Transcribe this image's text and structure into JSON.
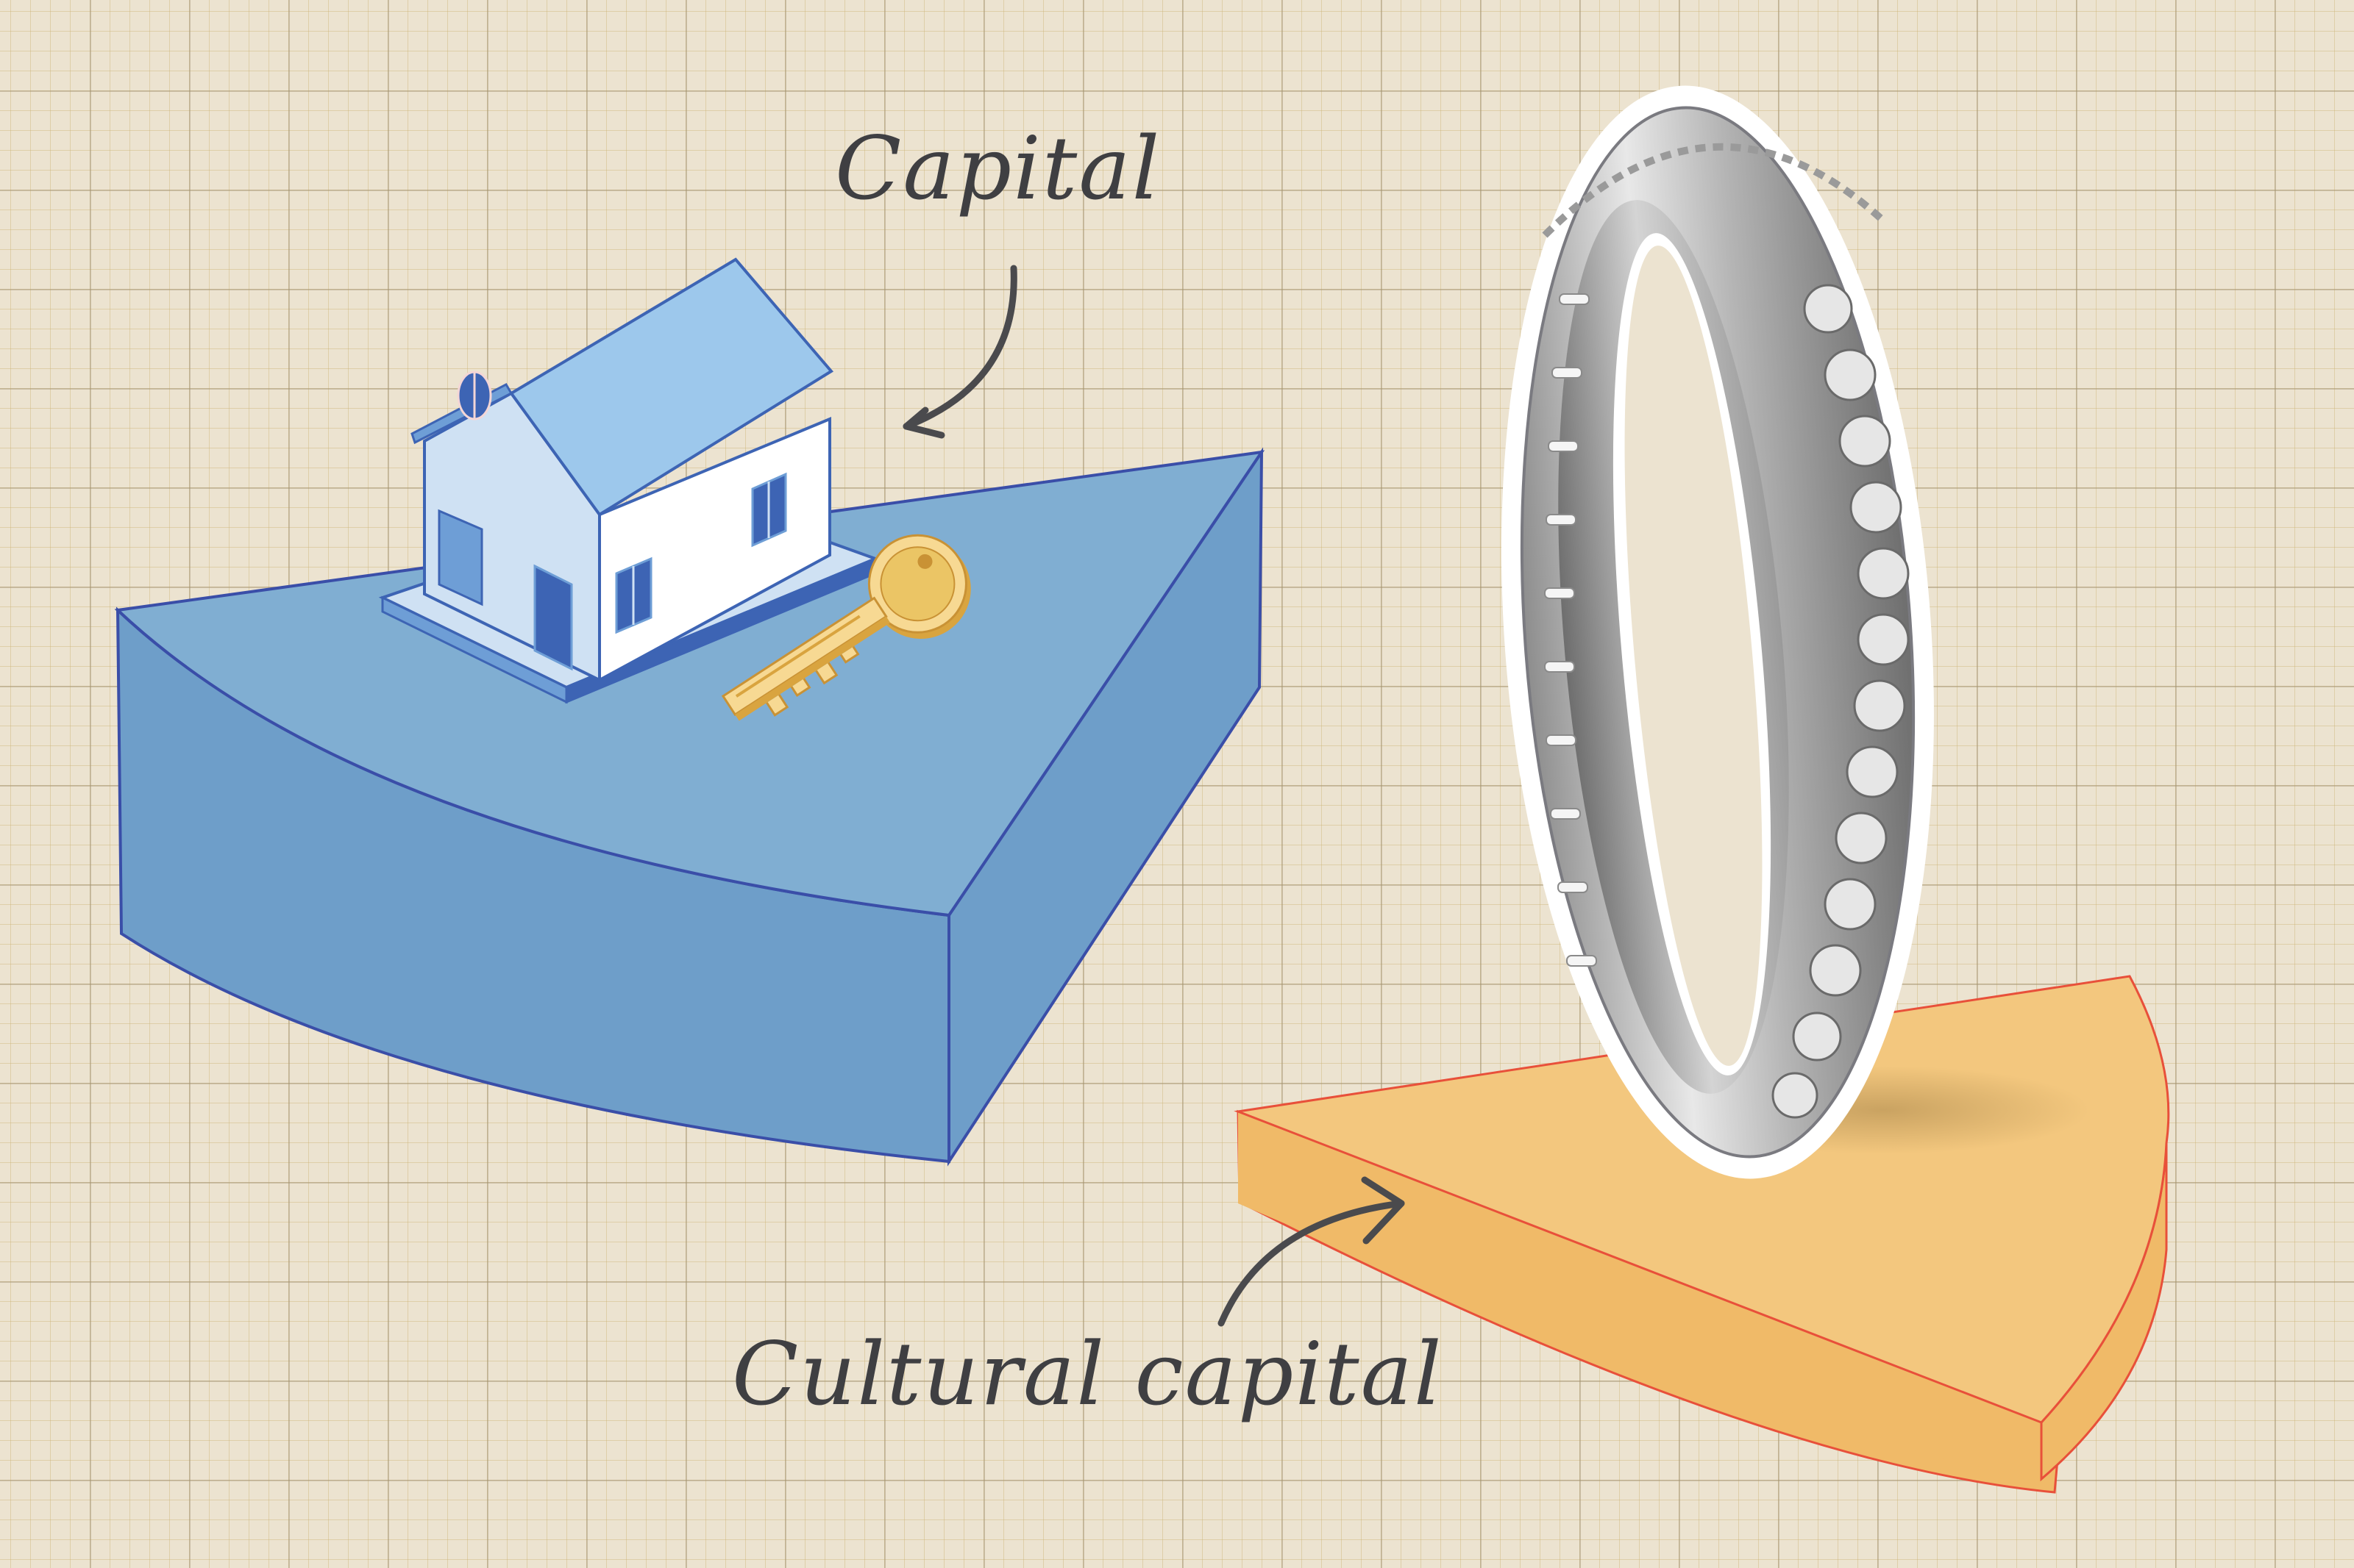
{
  "illustration": {
    "background": {
      "type": "graph-paper",
      "paper_color": "#ece3d0",
      "minor_grid_color": "#d6c18e",
      "major_grid_color": "#b5a789"
    },
    "labels": {
      "capital": "Capital",
      "cultural_capital": "Cultural capital"
    },
    "objects": {
      "house": {
        "icon": "house-icon",
        "roof_color": "#9dc8ec",
        "wall_color": "#cfe1f3",
        "trim_color": "#3d64b4"
      },
      "key": {
        "icon": "key-icon",
        "color": "#f0c060"
      },
      "ring": {
        "icon": "diamond-ring-icon",
        "color": "#d8d8d8"
      },
      "blue_wedge": {
        "icon": "pie-wedge-icon",
        "top_color": "#80aed2",
        "side_color": "#6e9ec9",
        "edge_color": "#3a4ea8"
      },
      "orange_wedge": {
        "icon": "pie-wedge-icon",
        "top_color": "#f3c77e",
        "side_color": "#f0ba68",
        "edge_color": "#e8503a"
      }
    },
    "annotation_color": "#4a4a4d"
  }
}
